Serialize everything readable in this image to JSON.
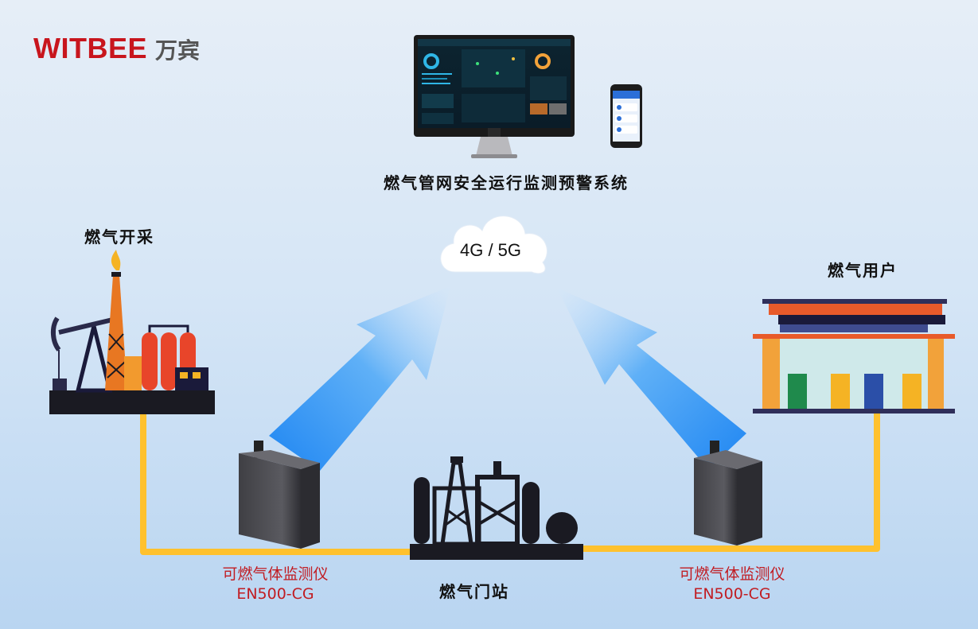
{
  "brand": {
    "name_en": "WITBEE",
    "name_cn": "万宾"
  },
  "system": {
    "title": "燃气管网安全运行监测预警系统"
  },
  "network": {
    "label": "4G / 5G"
  },
  "nodes": {
    "extraction": "燃气开采",
    "user": "燃气用户",
    "gate_station": "燃气门站"
  },
  "devices": [
    {
      "name": "可燃气体监测仪",
      "model": "EN500-CG"
    },
    {
      "name": "可燃气体监测仪",
      "model": "EN500-CG"
    }
  ],
  "colors": {
    "pipe": "#ffc12e",
    "brand_red": "#c8151d",
    "arrow": "#2e8ff0"
  }
}
